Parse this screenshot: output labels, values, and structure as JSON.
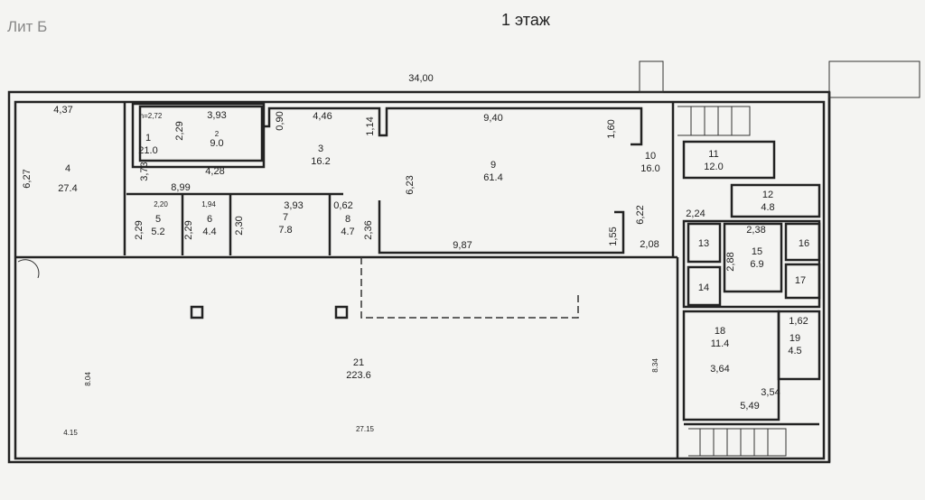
{
  "header": {
    "building": "Лит Б",
    "floor": "1 этаж"
  },
  "overall_width": "34,00",
  "rooms": [
    {
      "n": "1",
      "area": "21.0"
    },
    {
      "n": "2",
      "area": "9.0"
    },
    {
      "n": "3",
      "area": "16.2"
    },
    {
      "n": "4",
      "area": "27.4"
    },
    {
      "n": "5",
      "area": "5.2"
    },
    {
      "n": "6",
      "area": "4.4"
    },
    {
      "n": "7",
      "area": "7.8"
    },
    {
      "n": "8",
      "area": "4.7"
    },
    {
      "n": "9",
      "area": "61.4"
    },
    {
      "n": "10",
      "area": "16.0"
    },
    {
      "n": "11",
      "area": "12.0"
    },
    {
      "n": "12",
      "area": "4.8"
    },
    {
      "n": "13"
    },
    {
      "n": "14"
    },
    {
      "n": "15",
      "area": "6.9"
    },
    {
      "n": "16"
    },
    {
      "n": "17"
    },
    {
      "n": "18",
      "area": "11.4"
    },
    {
      "n": "19",
      "area": "4.5"
    },
    {
      "n": "21",
      "area": "223.6"
    }
  ],
  "dims": {
    "d437": "4,37",
    "d627": "6,27",
    "h": "h=2,72",
    "d229a": "2,29",
    "d393a": "3,93",
    "d090": "0,90",
    "d446": "4,46",
    "d114": "1,14",
    "d373": "3,73",
    "d428": "4,28",
    "d899": "8,99",
    "d220": "2,20",
    "d194": "1,94",
    "d393b": "3,93",
    "d062": "0,62",
    "d229b": "2,29",
    "d229c": "2,29",
    "d230": "2,30",
    "d236": "2,36",
    "d623": "6,23",
    "d940": "9,40",
    "d160": "1,60",
    "d987": "9,87",
    "d155": "1,55",
    "d622": "6,22",
    "d208": "2,08",
    "d224": "2,24",
    "d238": "2,38",
    "d288": "2,88",
    "d162": "1,62",
    "d364": "3,64",
    "d354": "3,54",
    "d549": "5,49",
    "d834": "8.34",
    "d804": "8.04",
    "d415": "4.15",
    "d2715": "27.15"
  }
}
